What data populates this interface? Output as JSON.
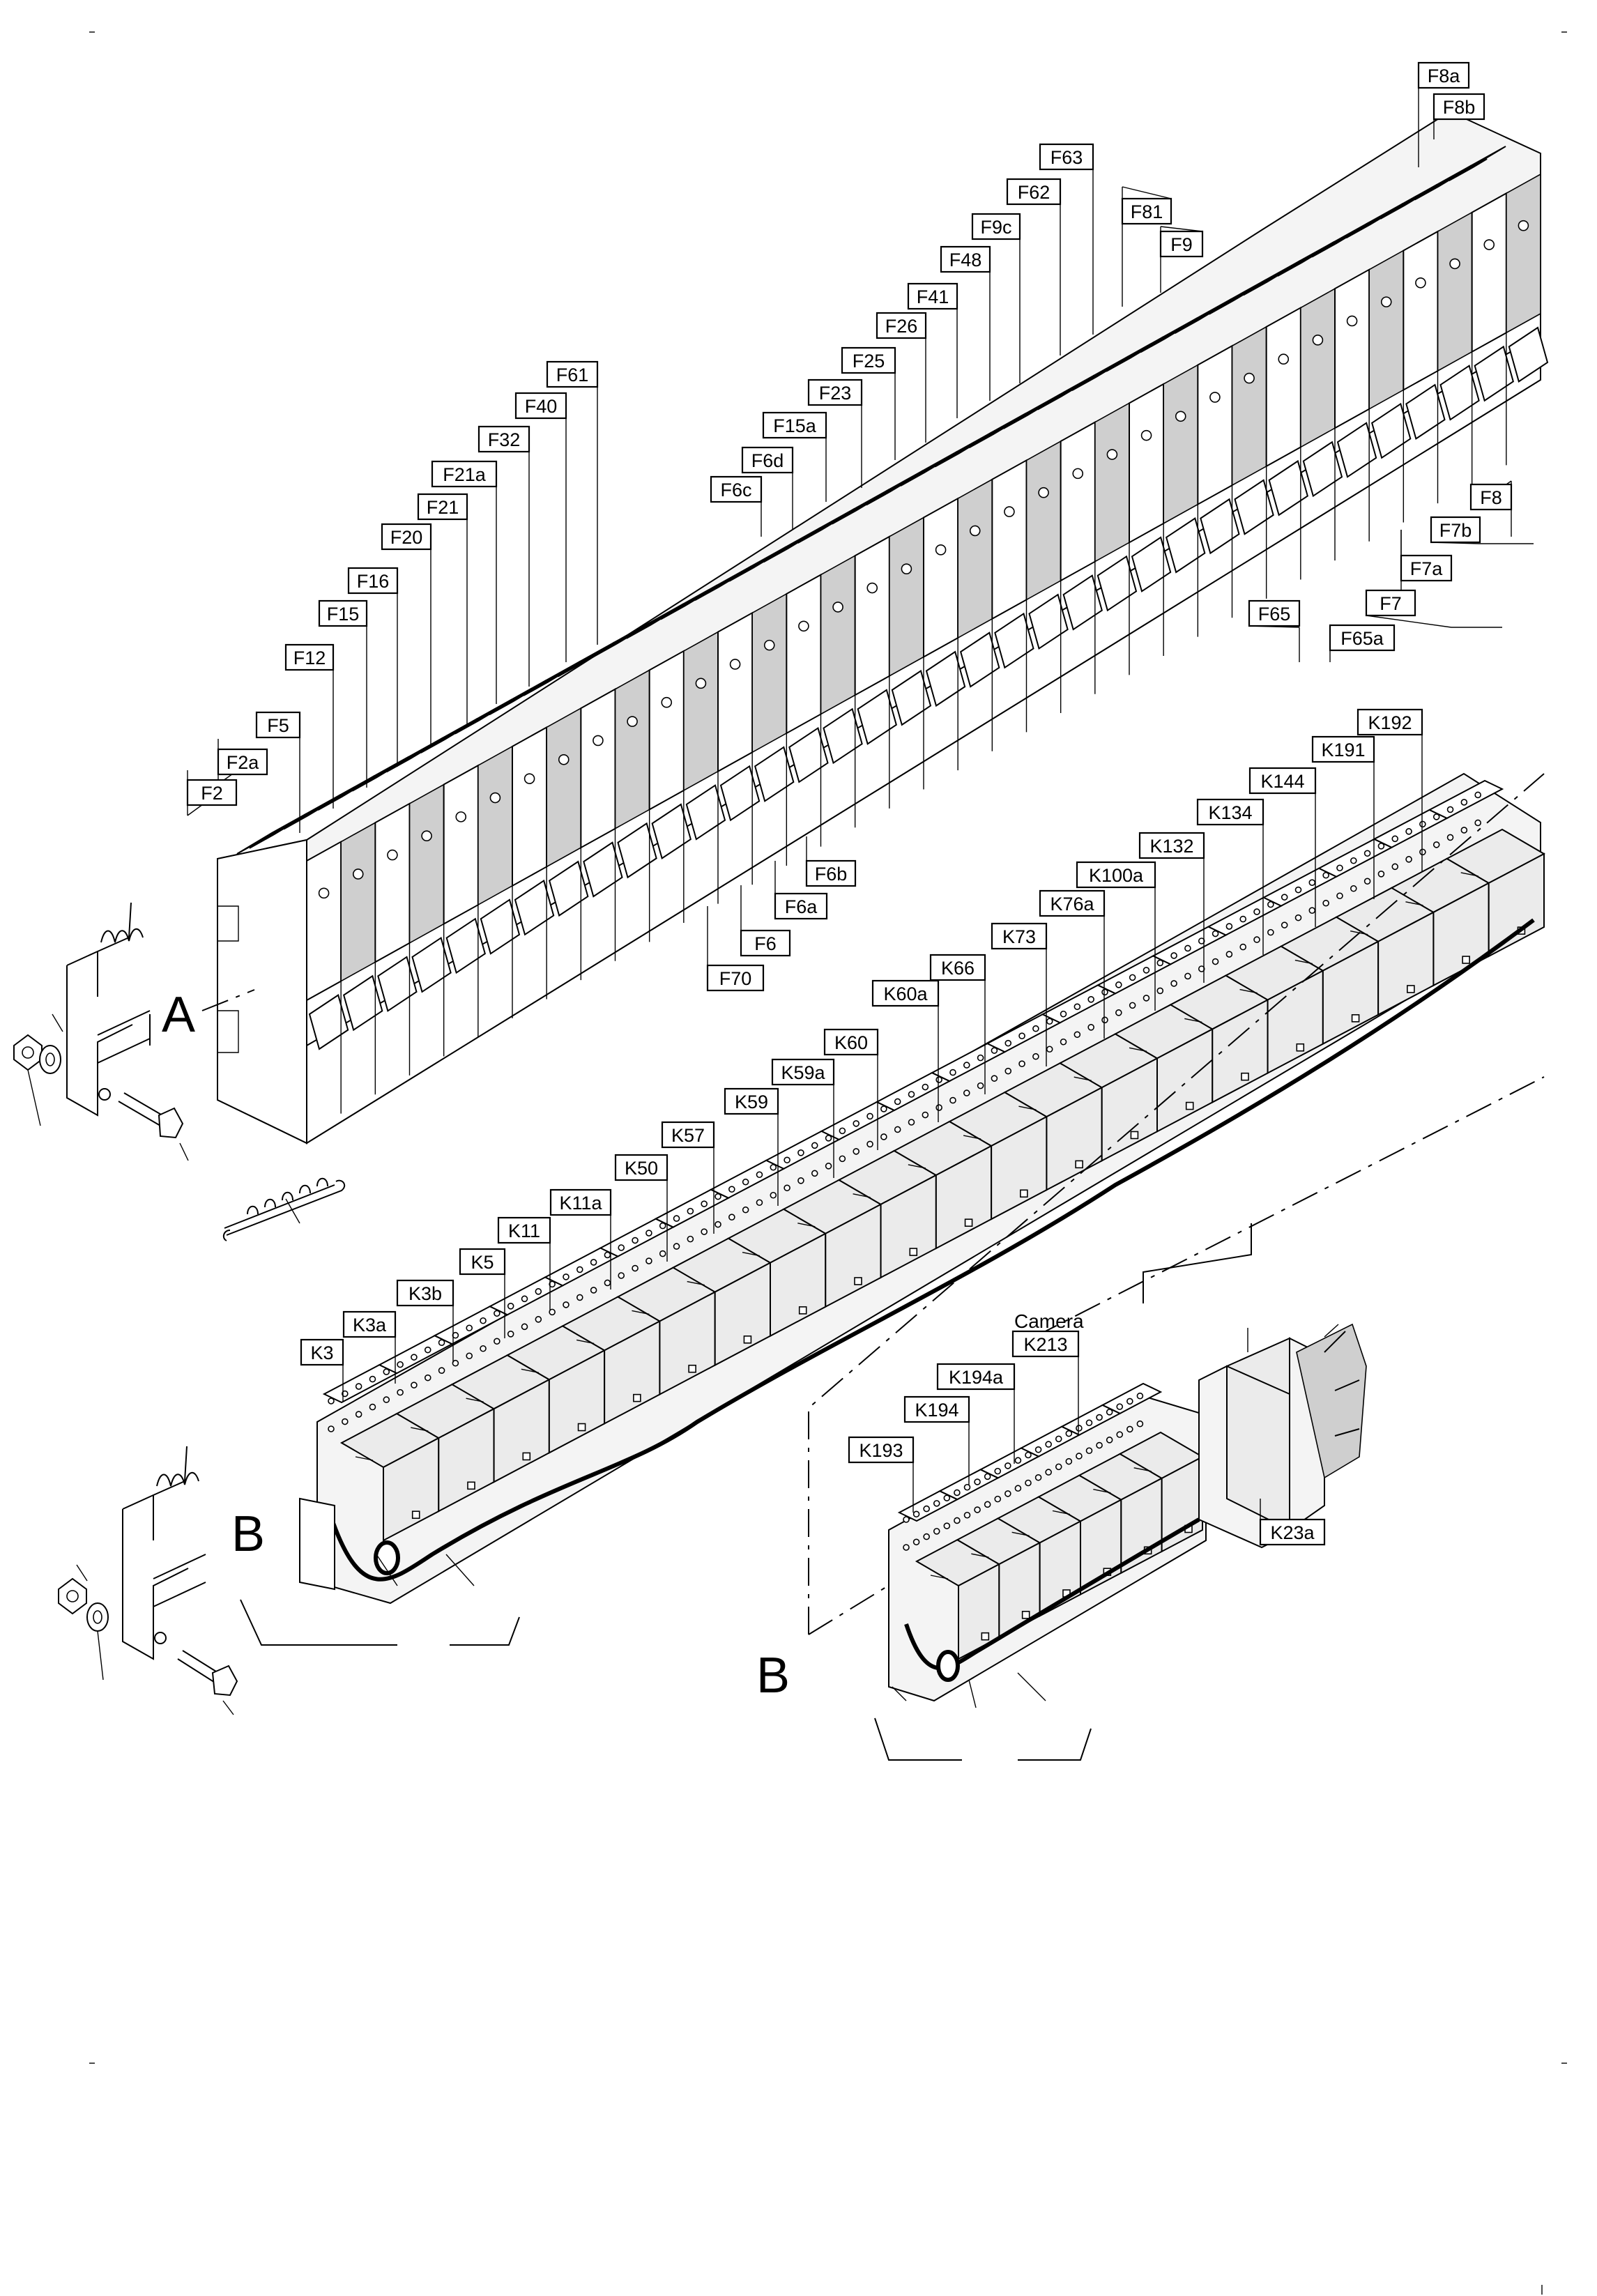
{
  "fuse_labels": [
    "F2",
    "F2a",
    "F5",
    "F12",
    "F15",
    "F16",
    "F20",
    "F21",
    "F21a",
    "F32",
    "F40",
    "F61",
    "F6c",
    "F6d",
    "F15a",
    "F23",
    "F25",
    "F26",
    "F41",
    "F48",
    "F9c",
    "F62",
    "F63",
    "F81",
    "F9",
    "F8a",
    "F8b",
    "F8",
    "F7b",
    "F7a",
    "F7",
    "F65",
    "F65a",
    "F6b",
    "F6a",
    "F6",
    "F70"
  ],
  "relay_labels": [
    "K3",
    "K3a",
    "K3b",
    "K5",
    "K11",
    "K11a",
    "K50",
    "K57",
    "K59",
    "K59a",
    "K60",
    "K60a",
    "K66",
    "K73",
    "K76a",
    "K100a",
    "K132",
    "K134",
    "K144",
    "K191",
    "K192"
  ],
  "camera_relay_labels": [
    "K193",
    "K194",
    "K194a",
    "K213"
  ],
  "detail_labels": {
    "a": "A",
    "b1": "B",
    "b2": "B"
  },
  "camera_caption": "Camera",
  "separate_relay_label": "K23a"
}
